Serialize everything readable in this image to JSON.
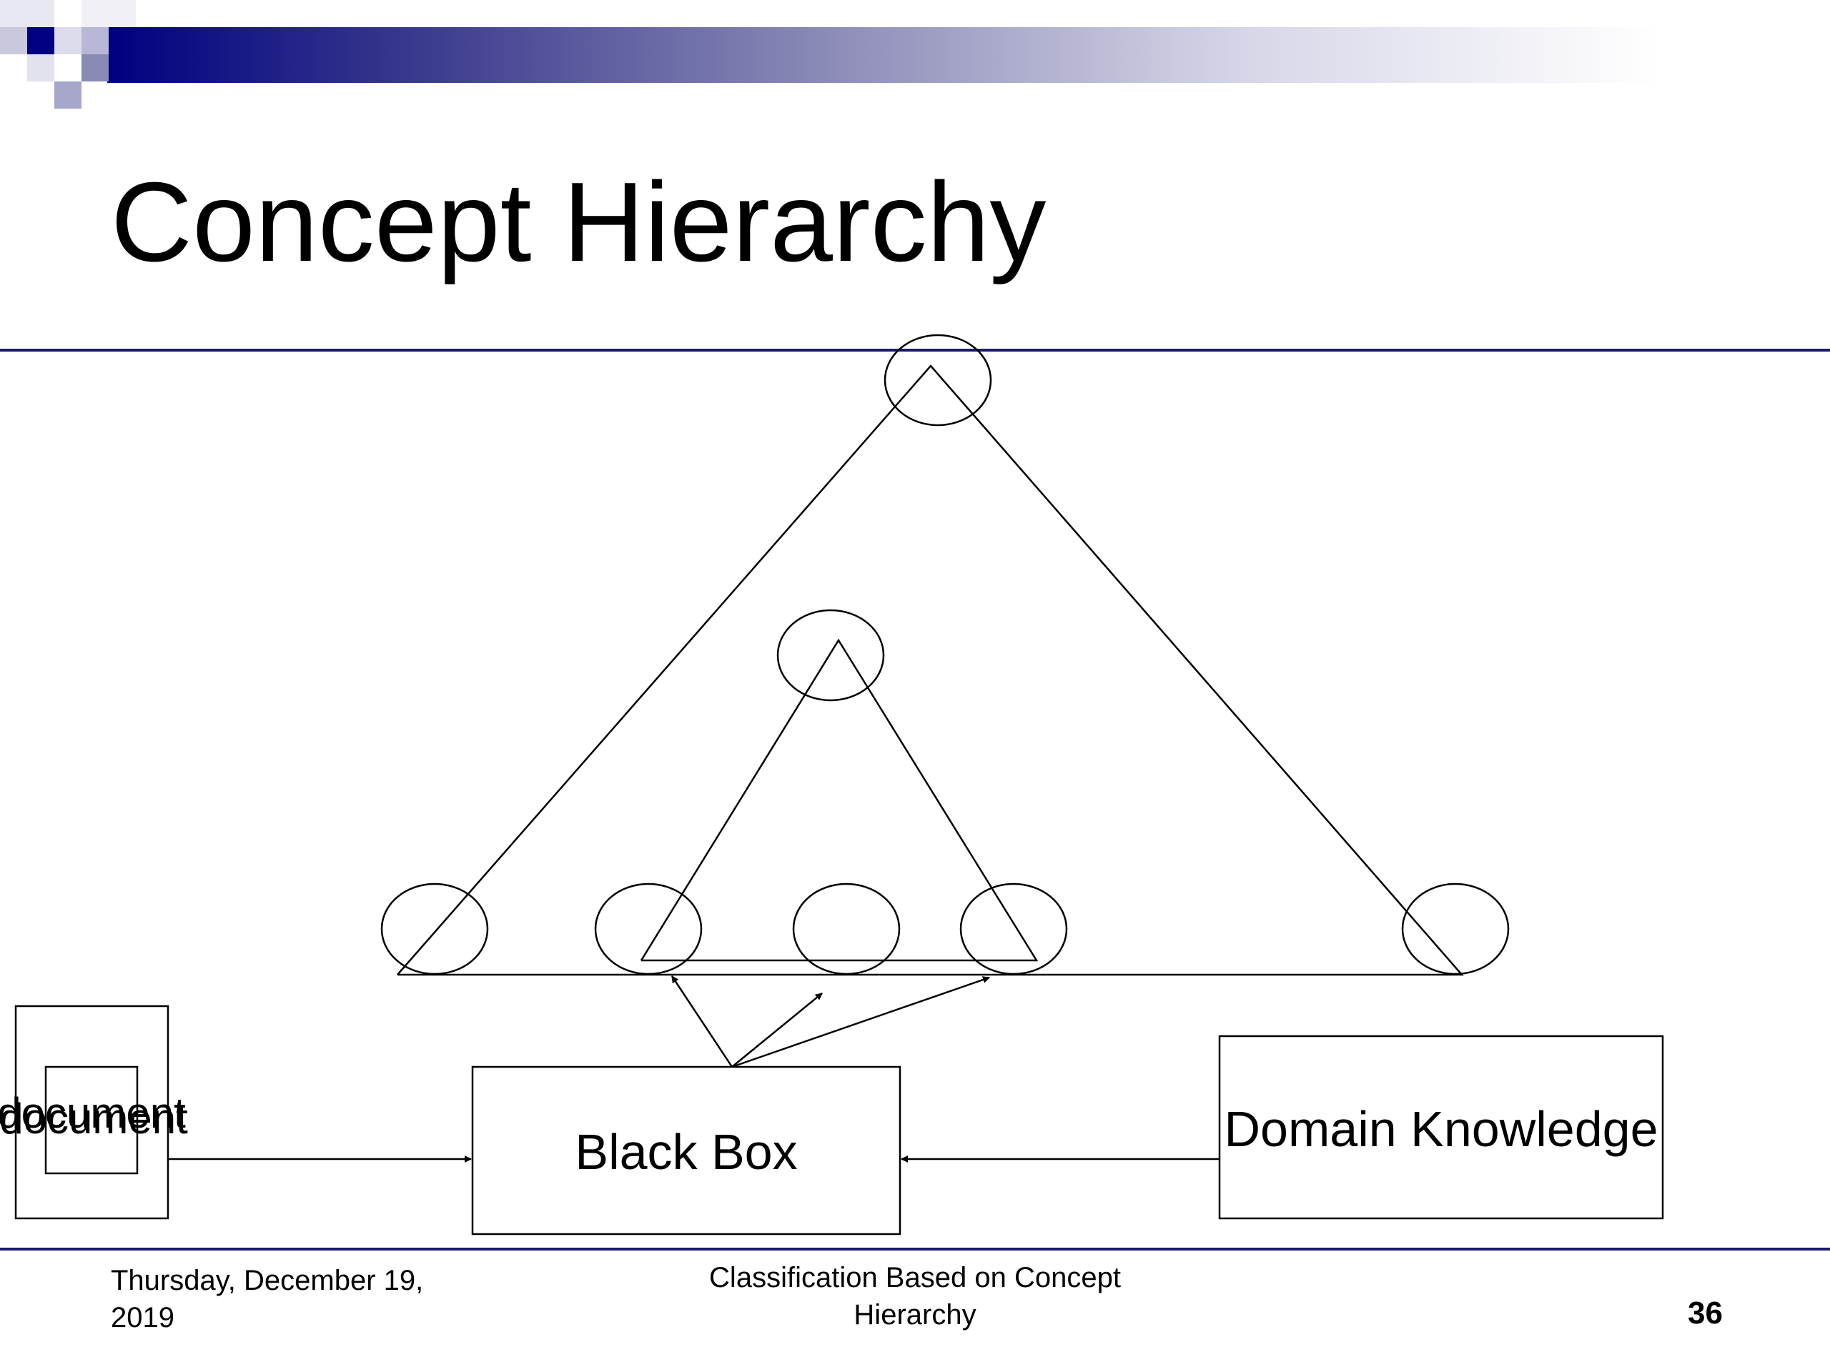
{
  "slide": {
    "title": "Concept Hierarchy",
    "brand_color": "#000080",
    "rule_color": "#1a1a66"
  },
  "diagram": {
    "document_label": "document",
    "black_box_label": "Black Box",
    "domain_knowledge_label": "Domain Knowledge"
  },
  "footer": {
    "date": "Thursday, December 19, 2019",
    "title": "Classification Based on Concept Hierarchy",
    "page_number": "36"
  }
}
